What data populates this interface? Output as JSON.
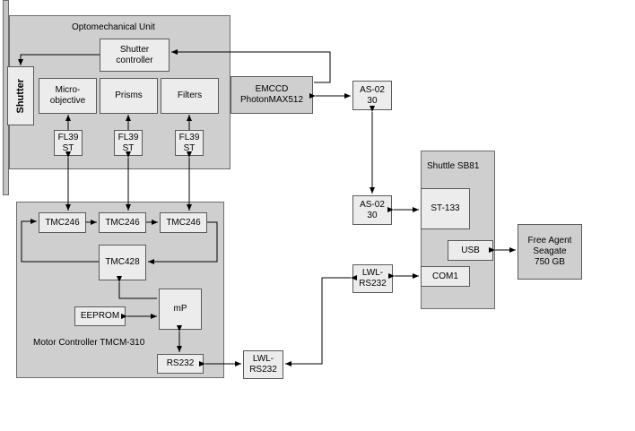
{
  "optomechanical_unit": {
    "title": "Optomechanical Unit",
    "shutter": "Shutter",
    "shutter_controller": "Shutter\ncontroller",
    "microobjective": "Micro-\nobjective",
    "prisms": "Prisms",
    "filters": "Filters",
    "fl39": [
      "FL39\nST",
      "FL39\nST",
      "FL39\nST"
    ]
  },
  "emccd": "EMCCD\nPhotonMAX512",
  "as02_top": "AS-02\n30",
  "as02_bottom": "AS-02\n30",
  "shuttle": {
    "title": "Shuttle SB81",
    "st133": "ST-133",
    "usb": "USB",
    "com1": "COM1"
  },
  "free_agent": "Free Agent\nSeagate\n750 GB",
  "lwl_right": "LWL-\nRS232",
  "lwl_bottom": "LWL-\nRS232",
  "motor_controller": {
    "title": "Motor Controller TMCM-310",
    "tmc246": [
      "TMC246",
      "TMC246",
      "TMC246"
    ],
    "tmc428": "TMC428",
    "eeprom": "EEPROM",
    "mp": "mP",
    "rs232": "RS232"
  }
}
